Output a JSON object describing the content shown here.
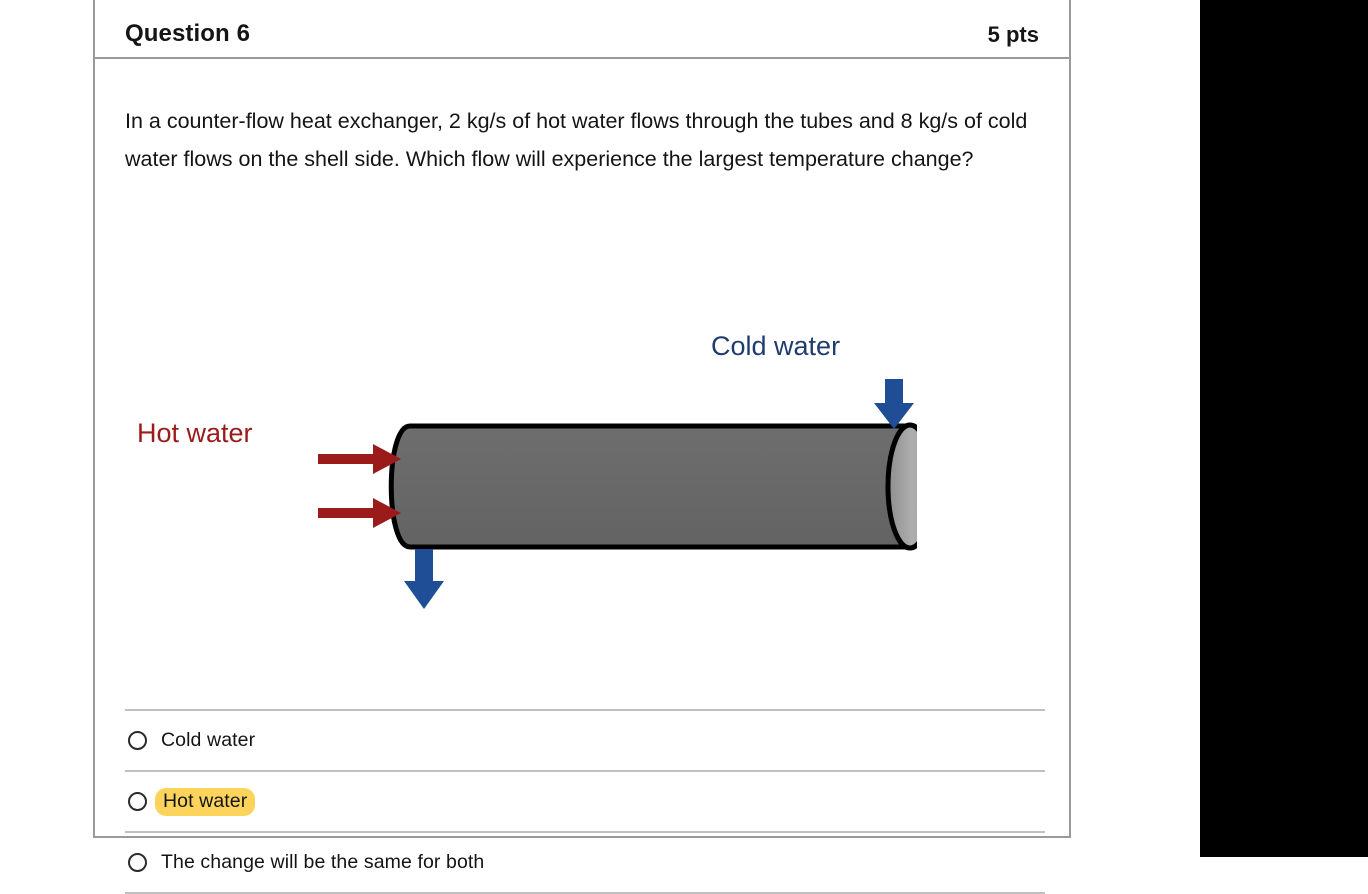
{
  "question": {
    "title": "Question 6",
    "points": "5 pts",
    "prompt": "In a counter-flow heat exchanger, 2 kg/s of hot water flows through the tubes and 8 kg/s of cold water flows on the shell side. Which flow will experience the largest temperature change?"
  },
  "figure": {
    "hot_label": "Hot water",
    "cold_label": "Cold water",
    "hot_color": "#9b1b1b",
    "cold_color": "#1f3c6e",
    "arrow_hot_color": "#9b1b1b",
    "arrow_cold_color": "#1f4e96",
    "shell_color": "#6b6b6b",
    "shell_cap_color": "#a8a8a8",
    "shell_outline_color": "#000000"
  },
  "answers": [
    {
      "label": "Cold water",
      "selected": false,
      "highlighted": false
    },
    {
      "label": "Hot water",
      "selected": false,
      "highlighted": true
    },
    {
      "label": "The change will be the same for both",
      "selected": false,
      "highlighted": false
    }
  ]
}
